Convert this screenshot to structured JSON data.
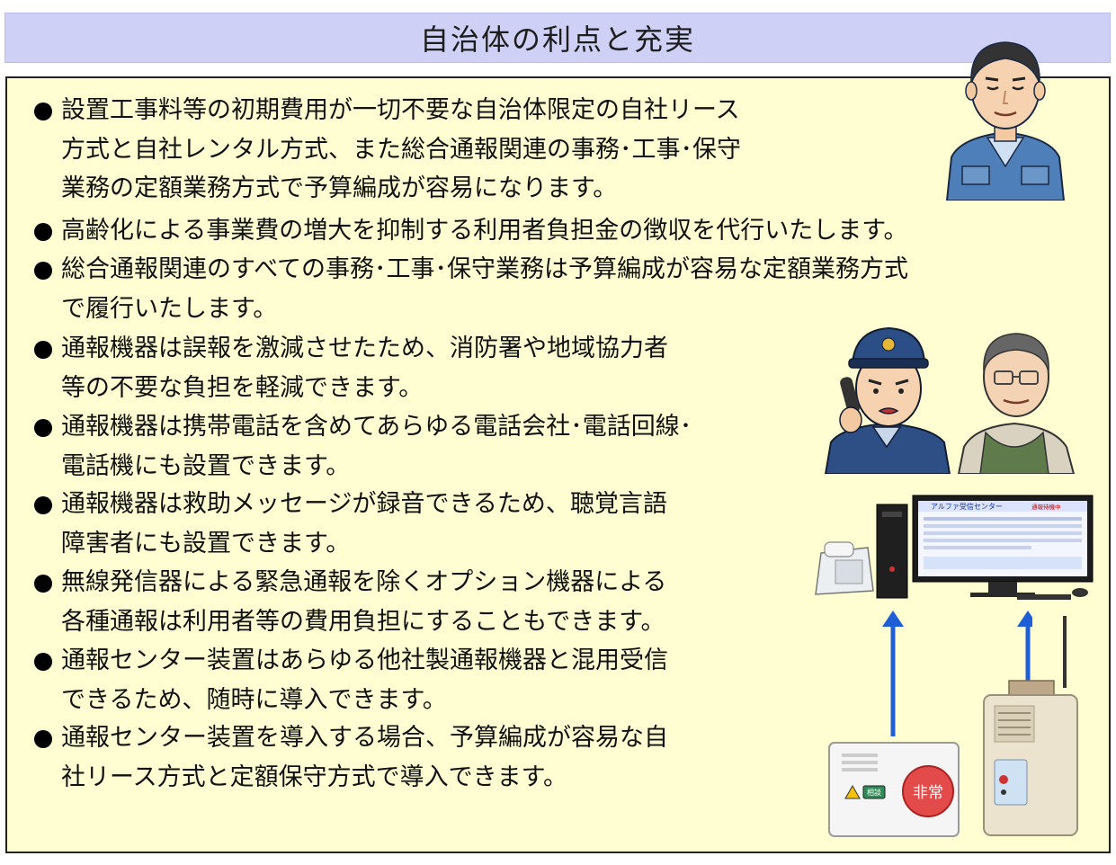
{
  "title": "自治体の利点と充実",
  "bullets": [
    {
      "lines": [
        "設置工事料等の初期費用が一切不要な自治体限定の自社リース",
        "方式と自社レンタル方式、また総合通報関連の事務･工事･保守",
        "業務の定額業務方式で予算編成が容易になります。"
      ]
    },
    {
      "lines": [
        "高齢化による事業費の増大を抑制する利用者負担金の徴収を代行いたします。"
      ]
    },
    {
      "lines": [
        "総合通報関連のすべての事務･工事･保守業務は予算編成が容易な定額業務方式",
        "で履行いたします。"
      ]
    },
    {
      "lines": [
        "通報機器は誤報を激減させたため、消防署や地域協力者",
        "等の不要な負担を軽減できます。"
      ]
    },
    {
      "lines": [
        "通報機器は携帯電話を含めてあらゆる電話会社･電話回線･",
        "電話機にも設置できます。"
      ]
    },
    {
      "lines": [
        "通報機器は救助メッセージが録音できるため、聴覚言語",
        "障害者にも設置できます。"
      ]
    },
    {
      "lines": [
        "無線発信器による緊急通報を除くオプション機器による",
        "各種通報は利用者等の費用負担にすることもできます。"
      ]
    },
    {
      "lines": [
        "通報センター装置はあらゆる他社製通報機器と混用受信",
        "できるため、随時に導入できます。"
      ]
    },
    {
      "lines": [
        "通報センター装置を導入する場合、予算編成が容易な自",
        "社リース方式と定額保守方式で導入できます。"
      ]
    }
  ],
  "devices": {
    "monitor_header": "アルファ受信センター",
    "monitor_status": "通報待機中",
    "button_consult": "相談",
    "button_emergency": "非常"
  },
  "colors": {
    "title_bg": "#cfd0f6",
    "panel_bg": "#fffed2",
    "arrow": "#1f5fd6"
  }
}
